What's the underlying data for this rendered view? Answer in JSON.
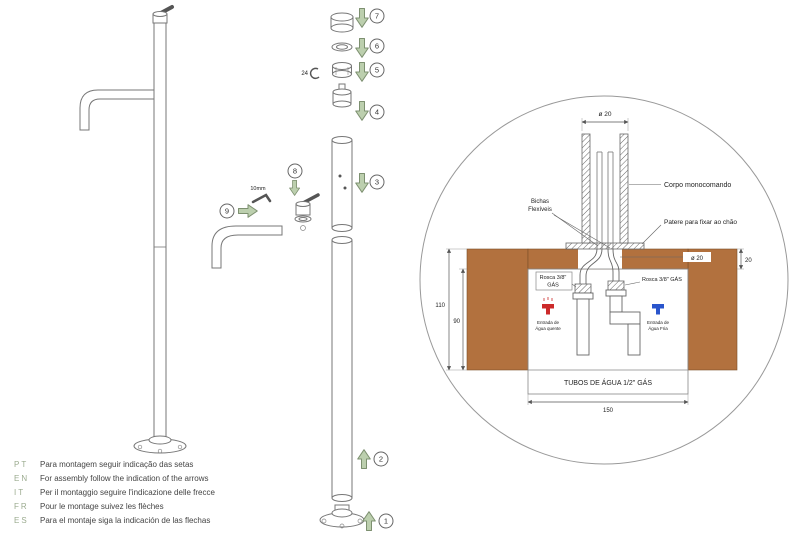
{
  "instructions": {
    "items": [
      {
        "code": "PT",
        "text": "Para montagem seguir indicação das setas"
      },
      {
        "code": "EN",
        "text": "For assembly follow the indication of the arrows"
      },
      {
        "code": "IT",
        "text": "Per il montaggio seguire l'indicazione delle frecce"
      },
      {
        "code": "FR",
        "text": "Pour le montage suivez les flèches"
      },
      {
        "code": "ES",
        "text": "Para el montaje siga la indicación de las flechas"
      }
    ]
  },
  "exploded": {
    "steps": [
      "1",
      "2",
      "3",
      "4",
      "5",
      "6",
      "7",
      "8",
      "9"
    ],
    "wrench_size": "24",
    "hex_key_size": "10mm"
  },
  "detail": {
    "labels": {
      "corpo": "Corpo monocomando",
      "bichas_1": "Bichas",
      "bichas_2": "Flexíveis",
      "patere": "Patere para fixar ao chão",
      "rosca_left_1": "Rosca 3/8\"",
      "rosca_left_2": "GÁS",
      "rosca_right": "Rosca 3/8\" GÁS",
      "hot_1": "Entrada de",
      "hot_2": "Água quente",
      "cold_1": "Entrada de",
      "cold_2": "Água Fria",
      "tubos": "TUBOS DE ÁGUA 1/2\" GÁS"
    },
    "dimensions": {
      "dia_top": "ø 20",
      "dia_hole": "ø 20",
      "height_total": "110",
      "height_recess": "90",
      "width": "150",
      "slab": "20"
    }
  },
  "colors": {
    "floor_brown": "#b2713e",
    "arrow_green": "#bccfae",
    "arrow_outline": "#7d9070",
    "lang_code_green": "#9bab8f",
    "hot_red": "#cc2a2a",
    "cold_blue": "#2a55cc"
  }
}
